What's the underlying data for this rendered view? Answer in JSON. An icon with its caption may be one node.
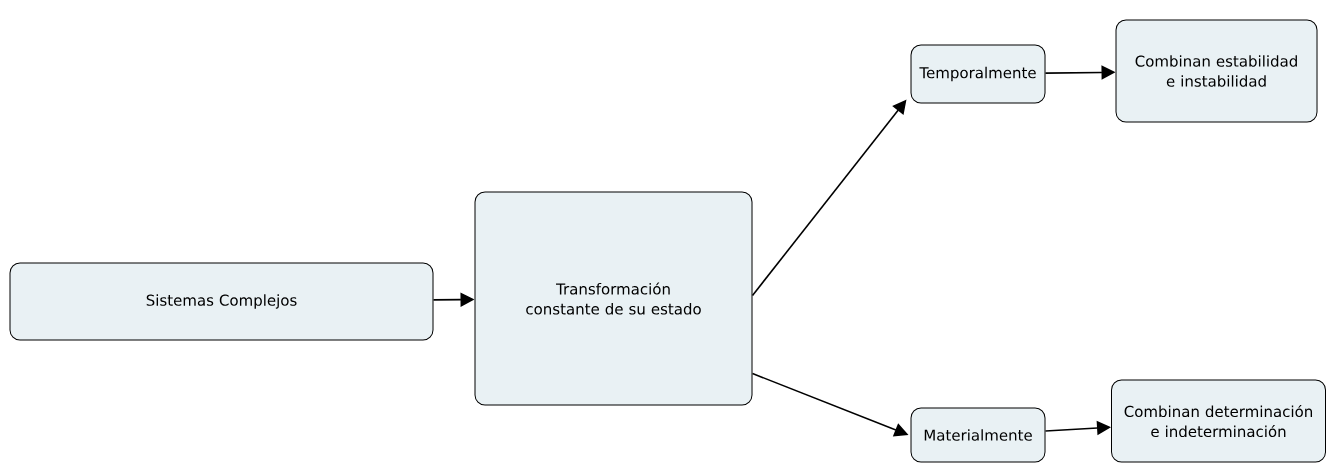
{
  "diagram": {
    "nodes": [
      {
        "text": [
          "Sistemas Complejos"
        ]
      },
      {
        "text": [
          "Transformación constante de su estado"
        ]
      },
      {
        "text": [
          "Temporalmente"
        ]
      },
      {
        "text": [
          "Combinan estabilidad e instabilidad"
        ]
      },
      {
        "text": [
          "Materialmente"
        ]
      },
      {
        "text": [
          "Combinan determinación e indeterminación"
        ]
      }
    ],
    "edges": [
      {
        "from": 0,
        "to": 1,
        "arrow": "to"
      },
      {
        "from": 1,
        "to": 2,
        "arrow": "to"
      },
      {
        "from": 1,
        "to": 4,
        "arrow": "to"
      },
      {
        "from": 2,
        "to": 3,
        "arrow": "to"
      },
      {
        "from": 4,
        "to": 5,
        "arrow": "to"
      }
    ]
  }
}
